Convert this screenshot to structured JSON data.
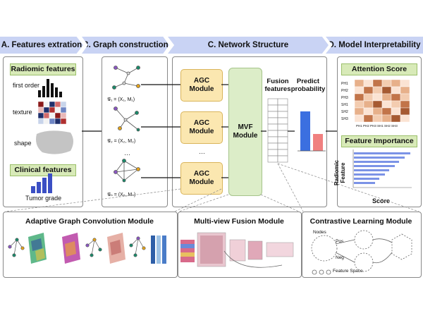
{
  "headers": {
    "a": "A. Features extration",
    "b": "B. Graph construction",
    "c": "C. Network Structure",
    "d": "D. Model Interpretability"
  },
  "panel_a": {
    "radiomic_title": "Radiomic features",
    "first_order": "first order",
    "texture": "texture",
    "shape": "shape",
    "clinical_title": "Clinical features",
    "tumor_grade": "Tumor grade"
  },
  "panel_b": {
    "graph1": "𝒢₁ = (X₁, M₁)",
    "graph2": "𝒢₂ = (X₂, M₂)",
    "ellipsis": "…",
    "graphN": "𝒢ₙ = (Xₙ, Mₙ)"
  },
  "panel_c": {
    "agc1": "AGC Module",
    "agc2": "AGC Module",
    "ellipsis": "…",
    "agc3": "AGC Module",
    "mvf": "MVF Module",
    "fusion": "Fusion features",
    "predict": "Predict probability"
  },
  "panel_d": {
    "attention": "Attention Score",
    "rows": [
      "PH1",
      "PH2",
      "PH3",
      "SH1",
      "SH2",
      "SH3"
    ],
    "cols": "PH1 PH2 PH3 SH1 SH2 SH3",
    "importance": "Feature Importance",
    "ylabel": "Radiomic Feature",
    "xlabel": "Score"
  },
  "bottom": {
    "agc_module": "Adaptive Graph Convolution Module",
    "mvf_module": "Multi-view Fusion Module",
    "cl_module": "Contrastive Learning Module",
    "nodes": "Nodes",
    "pos": "Pos",
    "neg": "Neg",
    "feature_space": "Feature Space"
  },
  "colors": {
    "header_bg": "#c9d3f4",
    "green_label": "#d8eab8",
    "agc_fill": "#fbe7b0",
    "mvf_fill": "#dcedc8",
    "bar_blue": "#3b6fe0",
    "bar_red": "#f08080"
  }
}
